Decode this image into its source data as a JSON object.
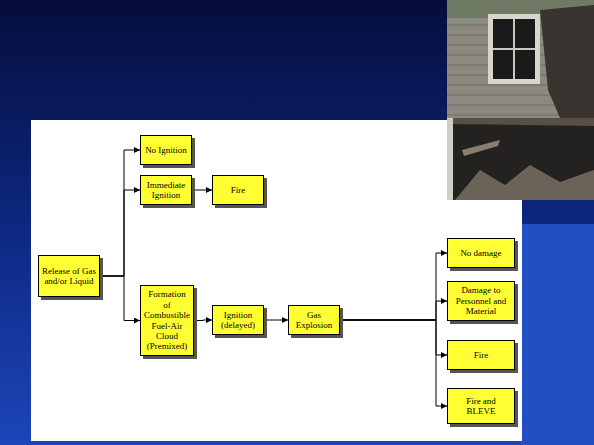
{
  "diagram": {
    "nodes": [
      {
        "text": [
          "Release of Gas and/or Liquid"
        ]
      },
      {
        "text": [
          "No Ignition"
        ]
      },
      {
        "text": [
          "Immediate Ignition"
        ]
      },
      {
        "text": [
          "Fire"
        ]
      },
      {
        "text": [
          "Formation of Combustible Fuel-Air Cloud (Premixed)"
        ]
      },
      {
        "text": [
          "Ignition (delayed)"
        ]
      },
      {
        "text": [
          "Gas Explosion"
        ]
      },
      {
        "text": [
          "No damage"
        ]
      },
      {
        "text": [
          "Damage to Personnel and Material"
        ]
      },
      {
        "text": [
          "Fire"
        ]
      },
      {
        "text": [
          "Fire and BLEVE"
        ]
      }
    ],
    "edges": [
      {
        "from": 0,
        "to": 1,
        "arrow": "to"
      },
      {
        "from": 0,
        "to": 2,
        "arrow": "to"
      },
      {
        "from": 0,
        "to": 4,
        "arrow": "to"
      },
      {
        "from": 2,
        "to": 3,
        "arrow": "to"
      },
      {
        "from": 4,
        "to": 5,
        "arrow": "to"
      },
      {
        "from": 5,
        "to": 6,
        "arrow": "to"
      },
      {
        "from": 6,
        "to": 7,
        "arrow": "to"
      },
      {
        "from": 6,
        "to": 8,
        "arrow": "to"
      },
      {
        "from": 6,
        "to": 9,
        "arrow": "to"
      },
      {
        "from": 6,
        "to": 10,
        "arrow": "to"
      }
    ]
  }
}
